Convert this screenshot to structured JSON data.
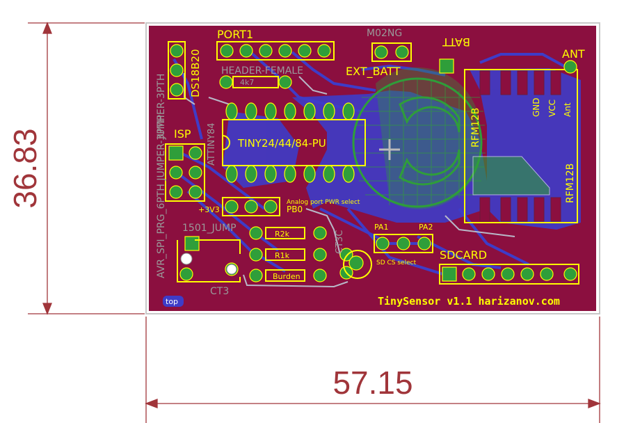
{
  "dimensions": {
    "height_label": "36.83",
    "width_label": "57.15"
  },
  "labels": {
    "port1": "PORT1",
    "m02ng": "M02NG",
    "batt": "BATT",
    "ant": "ANT",
    "ds18b20": "DS18B20",
    "jumper3pth": "JUMPER-3PTH",
    "header_female": "HEADER-FEMALE",
    "r4k7": "4k7",
    "ext_batt": "EXT_BATT",
    "attiny84": "ATTINY84",
    "isp": "ISP",
    "tiny_pu": "TINY24/44/84-PU",
    "rfm12b_v": "RFM12B",
    "rfm12b_v2": "RFM12B",
    "gnd": "GND",
    "vcc": "VCC",
    "ant_pin": "Ant",
    "avr_spi": "AVR_SPI_PRG_6PTH JUMPER-3PTH",
    "plus3v3": "+3V3",
    "analog_sel": "Analog port PWR select",
    "pb0": "PB0",
    "j1501": "1501_JUMP",
    "r2k": "R2k",
    "r1k": "R1k",
    "ct3c": "CT3C",
    "pa1": "PA1",
    "pa2": "PA2",
    "burden": "Burden",
    "ct3": "CT3",
    "sd_cs": "SD CS select",
    "sdcard": "SDCARD",
    "top": "top",
    "brand": "TinySensor v1.1 harizanov.com"
  }
}
